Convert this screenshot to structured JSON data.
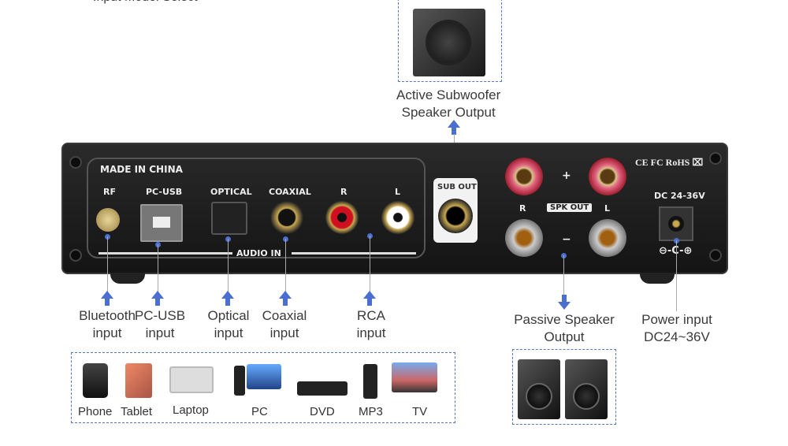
{
  "top_text": "Input Model Select",
  "device": {
    "made_in": "MADE IN CHINA",
    "rf": "RF",
    "pcusb": "PC-USB",
    "optical": "OPTICAL",
    "coaxial": "COAXIAL",
    "r": "R",
    "l": "L",
    "audio_in": "AUDIO IN",
    "sub_out": "SUB OUT",
    "spk_out": "SPK OUT",
    "plus": "+",
    "minus": "−",
    "spk_r": "R",
    "spk_l": "L",
    "dc": "DC 24-36V",
    "certs": "CE FC RoHS ⌧",
    "polarity": "⊖-C-⊕"
  },
  "labels": {
    "subwoofer": [
      "Active Subwoofer",
      "Speaker Output"
    ],
    "bluetooth": [
      "Bluetooth",
      "input"
    ],
    "pcusb": [
      "PC-USB",
      "input"
    ],
    "optical": [
      "Optical",
      "input"
    ],
    "coaxial": [
      "Coaxial",
      "input"
    ],
    "rca": [
      "RCA",
      "input"
    ],
    "passive": [
      "Passive Speaker",
      "Output"
    ],
    "power": [
      "Power input",
      "DC24~36V"
    ]
  },
  "sources": [
    "Phone",
    "Tablet",
    "Laptop",
    "PC",
    "DVD",
    "MP3",
    "TV"
  ]
}
